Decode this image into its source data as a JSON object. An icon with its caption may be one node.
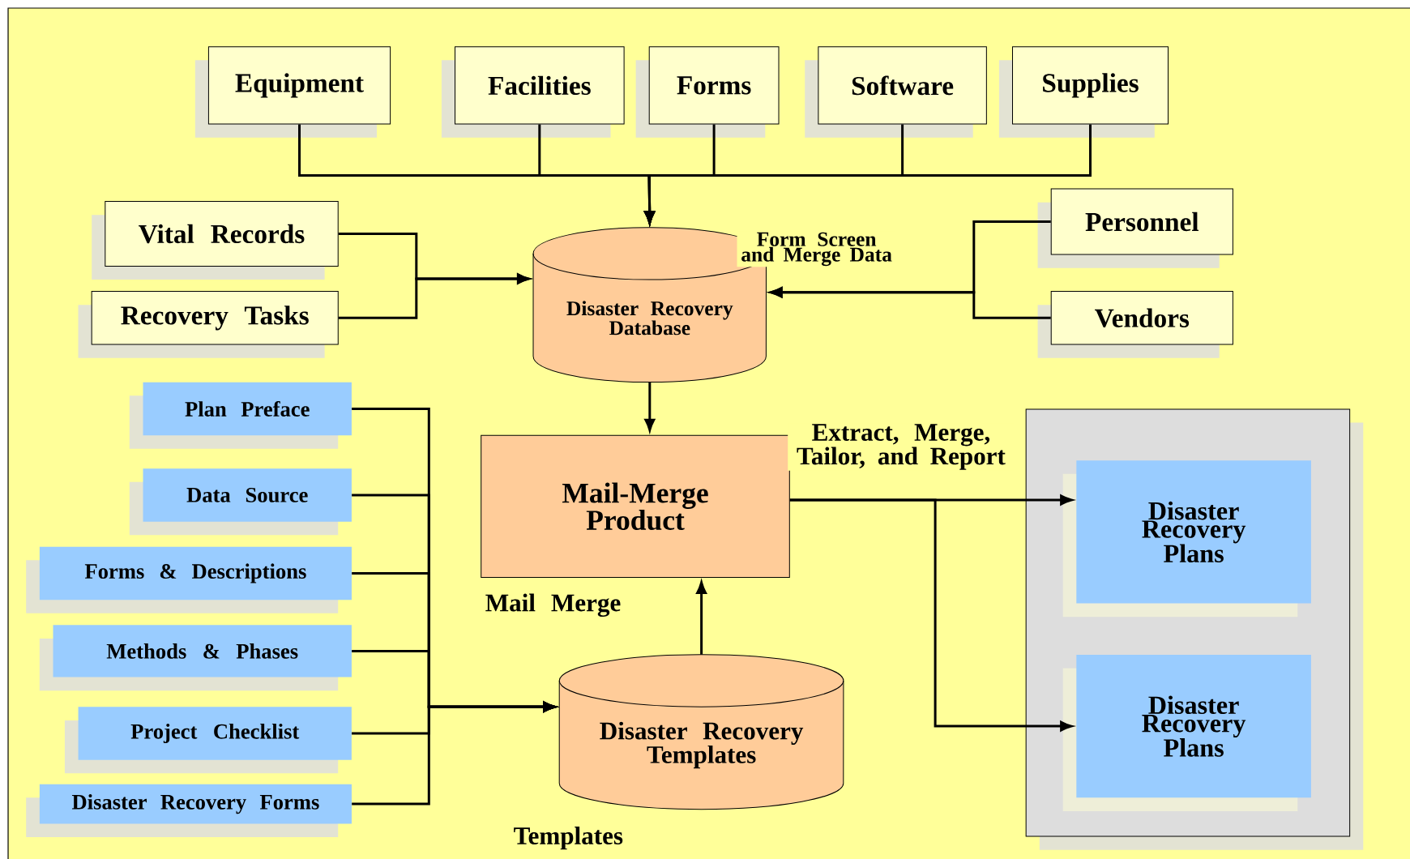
{
  "diagram": {
    "nodes": [
      {
        "text": [
          "Equipment"
        ]
      },
      {
        "text": [
          "Facilities"
        ]
      },
      {
        "text": [
          "Forms"
        ]
      },
      {
        "text": [
          "Software"
        ]
      },
      {
        "text": [
          "Supplies"
        ]
      },
      {
        "text": [
          "Vital Records"
        ]
      },
      {
        "text": [
          "Recovery Tasks"
        ]
      },
      {
        "text": [
          "Disaster Recovery Database"
        ]
      },
      {
        "text": [
          "Personnel"
        ]
      },
      {
        "text": [
          "Vendors"
        ]
      },
      {
        "text": [
          "Plan Preface"
        ]
      },
      {
        "text": [
          "Data Source"
        ]
      },
      {
        "text": [
          "Forms & Descriptions"
        ]
      },
      {
        "text": [
          "Methods & Phases"
        ]
      },
      {
        "text": [
          "Project Checklist"
        ]
      },
      {
        "text": [
          "Disaster Recovery Forms"
        ]
      },
      {
        "text": [
          "Mail-Merge Product"
        ]
      },
      {
        "text": [
          "Disaster Recovery Templates"
        ],
        "beside": [
          "Templates"
        ]
      },
      {
        "text": [],
        "shape": "box"
      },
      {
        "text": [
          "Disaster Recovery Plans"
        ],
        "in": 18
      },
      {
        "text": [
          "Disaster Recovery Plans"
        ],
        "in": 18
      }
    ],
    "edges": [
      {
        "from": 0,
        "to": 7,
        "arrow": "to"
      },
      {
        "from": 1,
        "to": 7,
        "arrow": "to"
      },
      {
        "from": 2,
        "to": 7,
        "arrow": "to"
      },
      {
        "from": 3,
        "to": 7,
        "arrow": "to"
      },
      {
        "from": 4,
        "to": 7,
        "arrow": "to"
      },
      {
        "from": 5,
        "to": 7,
        "arrow": "to"
      },
      {
        "from": 6,
        "to": 7,
        "arrow": "to"
      },
      {
        "from": 8,
        "to": 7,
        "arrow": "to",
        "label": "Form Screen and Merge Data"
      },
      {
        "from": 9,
        "to": 7,
        "arrow": "to"
      },
      {
        "from": 7,
        "to": 16,
        "arrow": "to"
      },
      {
        "from": 10,
        "to": 17,
        "arrow": "to"
      },
      {
        "from": 11,
        "to": 17,
        "arrow": "to"
      },
      {
        "from": 12,
        "to": 17,
        "arrow": "to"
      },
      {
        "from": 13,
        "to": 17,
        "arrow": "to"
      },
      {
        "from": 14,
        "to": 17,
        "arrow": "to"
      },
      {
        "from": 15,
        "to": 17,
        "arrow": "to"
      },
      {
        "from": 17,
        "to": 16,
        "arrow": "to",
        "label": "Mail Merge"
      },
      {
        "from": 16,
        "to": 19,
        "arrow": "to",
        "label": "Extract, Merge, Tailor, and Report"
      },
      {
        "from": 16,
        "to": 20,
        "arrow": "to"
      }
    ]
  }
}
